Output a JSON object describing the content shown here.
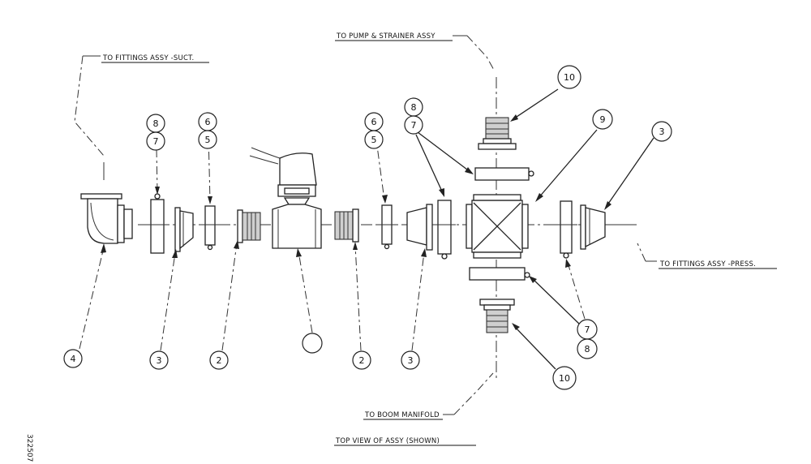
{
  "notes": {
    "fittings_suction": "TO FITTINGS ASSY -SUCT.",
    "pump_strainer": "TO PUMP & STRAINER ASSY",
    "fittings_pressure": "TO FITTINGS ASSY -PRESS.",
    "boom_manifold": "TO BOOM MANIFOLD",
    "view_title": "TOP VIEW OF ASSY (SHOWN)"
  },
  "drawing_number": "322507",
  "callouts": {
    "c4": "4",
    "c8a": "8",
    "c7a": "7",
    "c3a": "3",
    "c6a": "6",
    "c5a": "5",
    "c2a": "2",
    "c1": "",
    "c2b": "2",
    "c6b": "6",
    "c5b": "5",
    "c3b": "3",
    "c8b": "8",
    "c7b": "7",
    "c10a": "10",
    "c9": "9",
    "c3c": "3",
    "c7c": "7",
    "c8c": "8",
    "c10b": "10"
  }
}
